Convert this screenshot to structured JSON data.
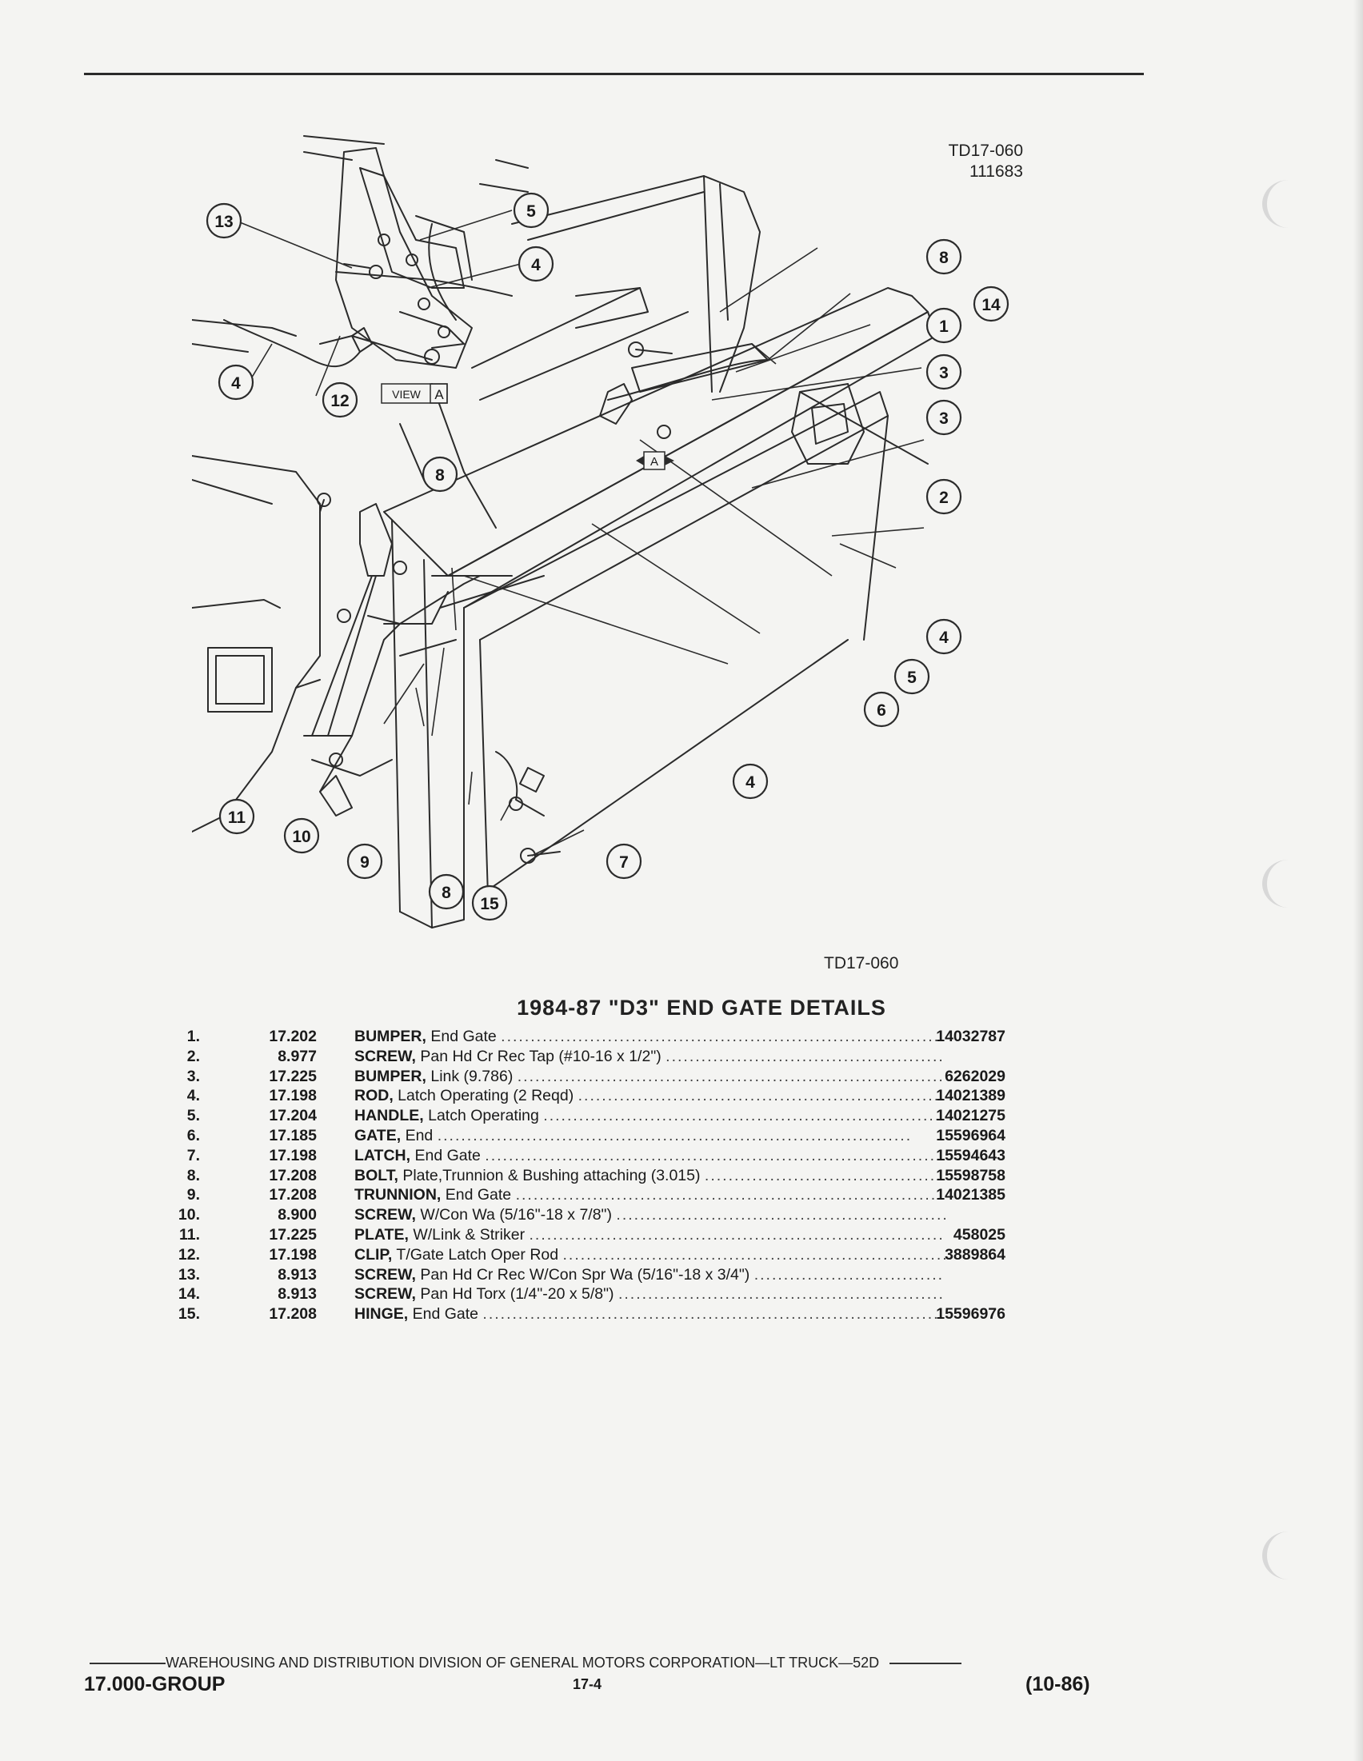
{
  "header": {
    "figure_code": "TD17-060",
    "figure_date": "111683"
  },
  "diagram": {
    "callouts": [
      "1",
      "2",
      "3",
      "4",
      "5",
      "6",
      "7",
      "8",
      "9",
      "10",
      "11",
      "12",
      "13",
      "14",
      "15"
    ],
    "view_tag": "VIEW",
    "view_letter": "A",
    "arrow_letter": "A"
  },
  "figure_caption": "TD17-060",
  "parts_title": "1984-87 \"D3\" END GATE DETAILS",
  "parts": [
    {
      "idx": "1.",
      "group": "17.202",
      "name": "BUMPER,",
      "desc": "End Gate",
      "part": "14032787"
    },
    {
      "idx": "2.",
      "group": "8.977",
      "name": "SCREW,",
      "desc": "Pan Hd Cr Rec Tap (#10-16 x 1/2\")",
      "part": ""
    },
    {
      "idx": "3.",
      "group": "17.225",
      "name": "BUMPER,",
      "desc": "Link (9.786)",
      "part": "6262029"
    },
    {
      "idx": "4.",
      "group": "17.198",
      "name": "ROD,",
      "desc": "Latch Operating (2 Reqd)",
      "part": "14021389"
    },
    {
      "idx": "5.",
      "group": "17.204",
      "name": "HANDLE,",
      "desc": "Latch Operating",
      "part": "14021275"
    },
    {
      "idx": "6.",
      "group": "17.185",
      "name": "GATE,",
      "desc": "End",
      "part": "15596964"
    },
    {
      "idx": "7.",
      "group": "17.198",
      "name": "LATCH,",
      "desc": "End Gate",
      "part": "15594643"
    },
    {
      "idx": "8.",
      "group": "17.208",
      "name": "BOLT,",
      "desc": "Plate,Trunnion & Bushing attaching (3.015)",
      "part": "15598758"
    },
    {
      "idx": "9.",
      "group": "17.208",
      "name": "TRUNNION,",
      "desc": "End Gate",
      "part": "14021385"
    },
    {
      "idx": "10.",
      "group": "8.900",
      "name": "SCREW,",
      "desc": "W/Con Wa (5/16\"-18 x 7/8\")",
      "part": ""
    },
    {
      "idx": "11.",
      "group": "17.225",
      "name": "PLATE,",
      "desc": "W/Link & Striker",
      "part": "458025"
    },
    {
      "idx": "12.",
      "group": "17.198",
      "name": "CLIP,",
      "desc": "T/Gate Latch Oper Rod",
      "part": "3889864"
    },
    {
      "idx": "13.",
      "group": "8.913",
      "name": "SCREW,",
      "desc": "Pan Hd Cr Rec W/Con Spr Wa (5/16\"-18 x 3/4\")",
      "part": ""
    },
    {
      "idx": "14.",
      "group": "8.913",
      "name": "SCREW,",
      "desc": "Pan Hd Torx (1/4\"-20 x 5/8\")",
      "part": ""
    },
    {
      "idx": "15.",
      "group": "17.208",
      "name": "HINGE,",
      "desc": "End Gate",
      "part": "15596976"
    }
  ],
  "footer": {
    "division": "WAREHOUSING AND DISTRIBUTION  DIVISION OF GENERAL MOTORS CORPORATION—LT TRUCK—52D",
    "group": "17.000-GROUP",
    "page": "17-4",
    "date": "(10-86)"
  }
}
